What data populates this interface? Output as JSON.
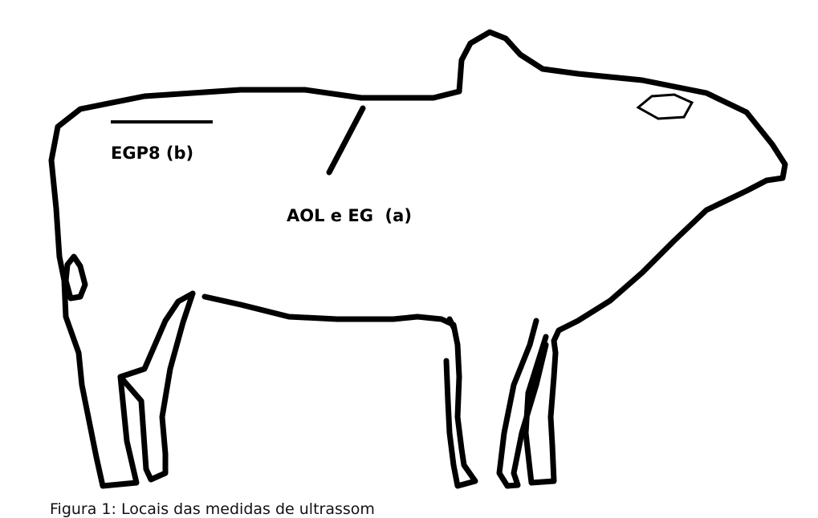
{
  "figure": {
    "label_egp8": "EGP8 (b)",
    "label_aol": "AOL e EG  (a)",
    "caption": "Figura 1: Locais das medidas de ultrassom"
  },
  "colors": {
    "outline": "#000000",
    "background": "#ffffff"
  }
}
